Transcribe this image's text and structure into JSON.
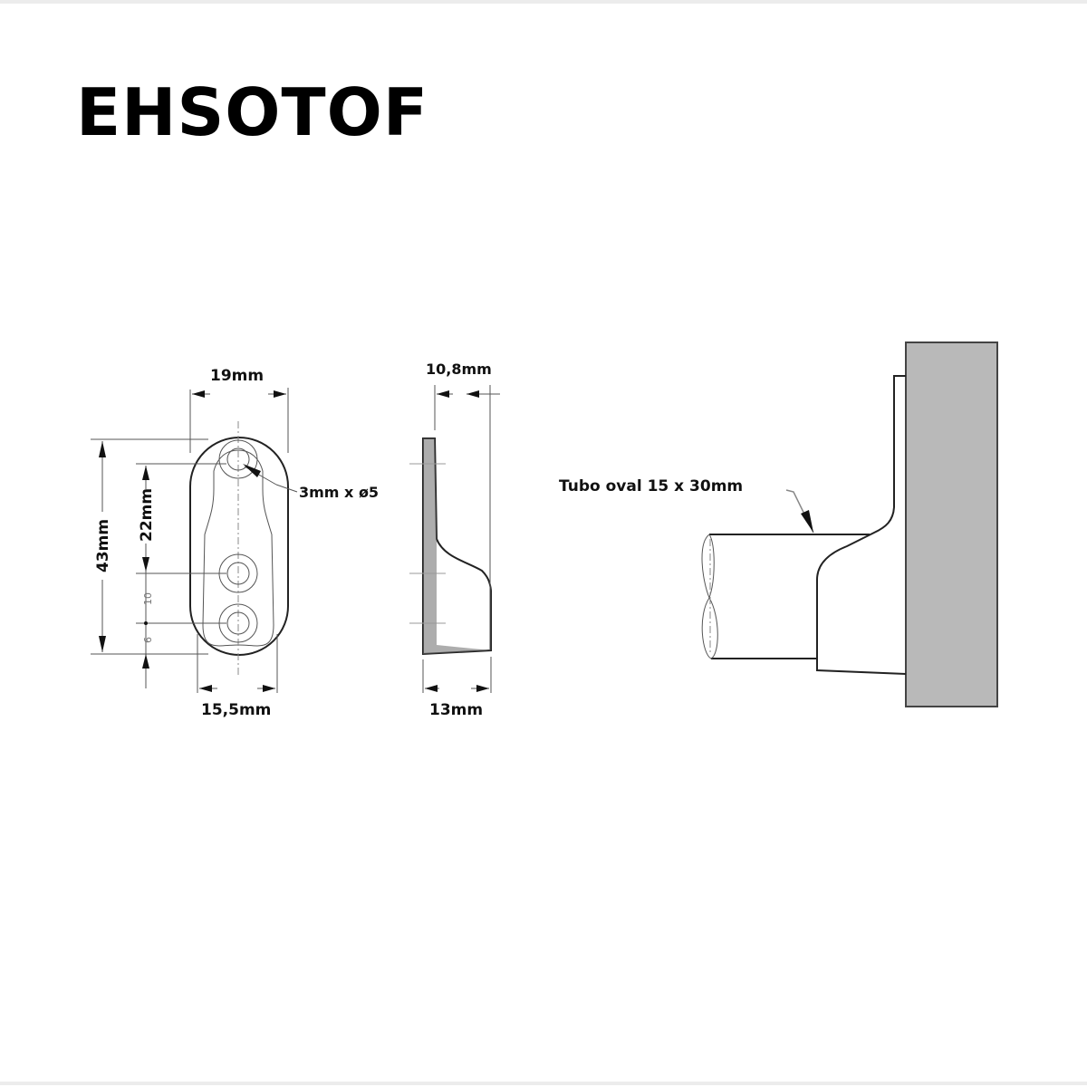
{
  "title": "EHSOTOF",
  "front_view": {
    "width_top": "19mm",
    "height_total": "43mm",
    "hole_spacing": "22mm",
    "small_dim_1": "10",
    "small_dim_2": "6",
    "hole_spec": "3mm x ø5",
    "width_bottom": "15,5mm"
  },
  "side_view": {
    "depth_top": "10,8mm",
    "depth_bottom": "13mm"
  },
  "mount_view": {
    "tube_label": "Tubo oval 15 x 30mm"
  },
  "colors": {
    "wall": "#b9b9b9",
    "line": "#222222"
  }
}
